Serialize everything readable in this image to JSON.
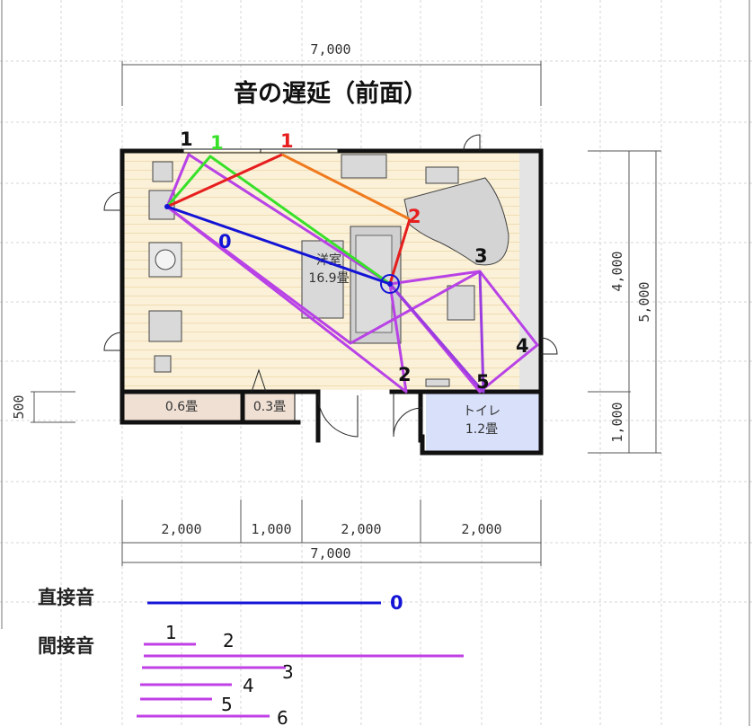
{
  "title": "音の遅延（前面）",
  "dimensions": {
    "top_overall": "7,000",
    "bottom_overall": "7,000",
    "bottom_segments": [
      "2,000",
      "1,000",
      "2,000",
      "2,000"
    ],
    "right_inner": [
      "4,000",
      "1,000"
    ],
    "right_overall": "5,000",
    "left_small": "500"
  },
  "rooms": {
    "main_name": "洋室",
    "main_size": "16.9畳",
    "closet_a": "0.6畳",
    "closet_b": "0.3畳",
    "toilet_name": "トイレ",
    "toilet_size": "1.2畳"
  },
  "markers": {
    "direct": "0",
    "green_1": "1",
    "red_1": "1",
    "red_2": "2",
    "purple_1": "1",
    "purple_2": "2",
    "purple_3": "3",
    "purple_4": "4",
    "purple_5": "5"
  },
  "legend": {
    "direct_label": "直接音",
    "indirect_label": "間接音",
    "direct_number": "0",
    "indirect_numbers": [
      "1",
      "2",
      "3",
      "4",
      "5",
      "6"
    ]
  },
  "colors": {
    "direct": "#1414d6",
    "green": "#38e02a",
    "red": "#e61e1e",
    "orange": "#f07a1e",
    "purple": "#b842e6",
    "floor": "#fbf1d8",
    "toilet": "#d8e0fa",
    "closet": "#f0e0d4",
    "wall": "#111111"
  },
  "icons": [
    "chair-icon",
    "sofa-icon",
    "piano-icon",
    "table-icon",
    "listener-icon"
  ]
}
